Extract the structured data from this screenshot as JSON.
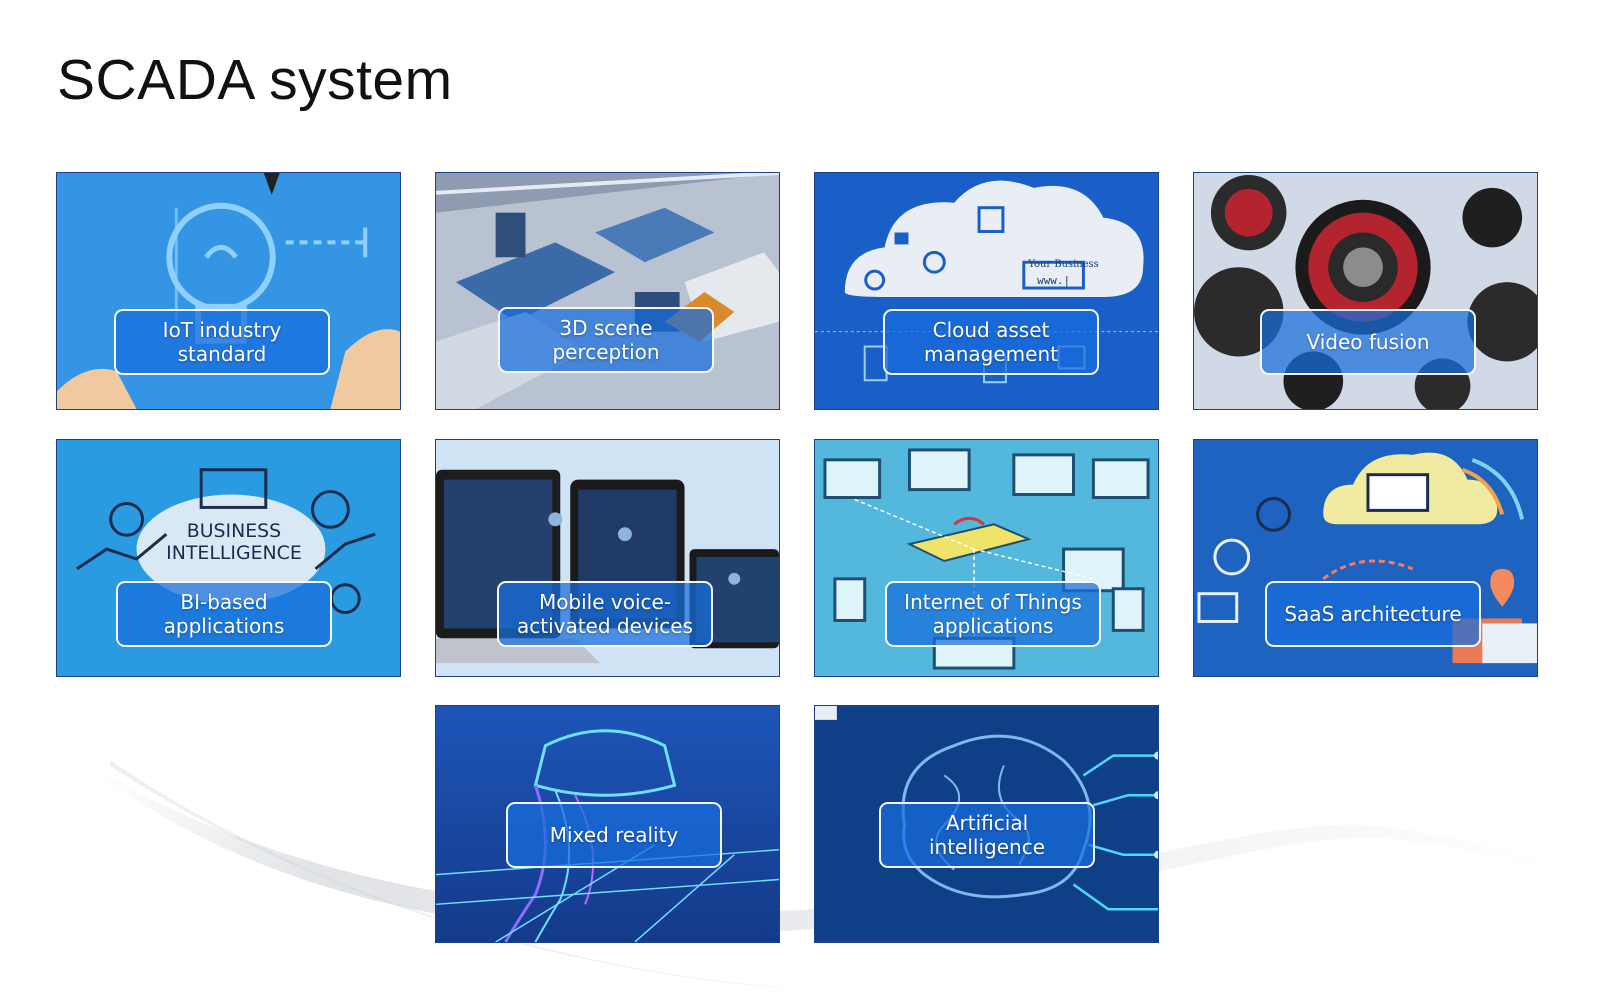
{
  "page": {
    "title": "SCADA system"
  },
  "colors": {
    "tile_border": "#1e3f8a",
    "label_fill": "#186edc",
    "label_border": "#ffffff",
    "title_text": "#111111"
  },
  "tiles": [
    {
      "label": "IoT industry standard",
      "icon": "lightbulb-icon"
    },
    {
      "label": "3D scene perception",
      "icon": "factory-3d-icon"
    },
    {
      "label": "Cloud asset management",
      "icon": "cloud-icon",
      "overlay_text": "Your Business",
      "overlay_url": "www.|"
    },
    {
      "label": "Video fusion",
      "icon": "camera-lens-icon"
    },
    {
      "label": "BI-based applications",
      "icon": "business-intelligence-icon",
      "overlay_text": "BUSINESS INTELLIGENCE"
    },
    {
      "label": "Mobile voice-activated devices",
      "icon": "tablet-icon"
    },
    {
      "label": "Internet of Things applications",
      "icon": "router-icon"
    },
    {
      "label": "SaaS architecture",
      "icon": "cloud-laptop-icon"
    },
    {
      "label": "Mixed reality",
      "icon": "vr-headset-icon"
    },
    {
      "label": "Artificial intelligence",
      "icon": "ai-brain-icon"
    }
  ]
}
